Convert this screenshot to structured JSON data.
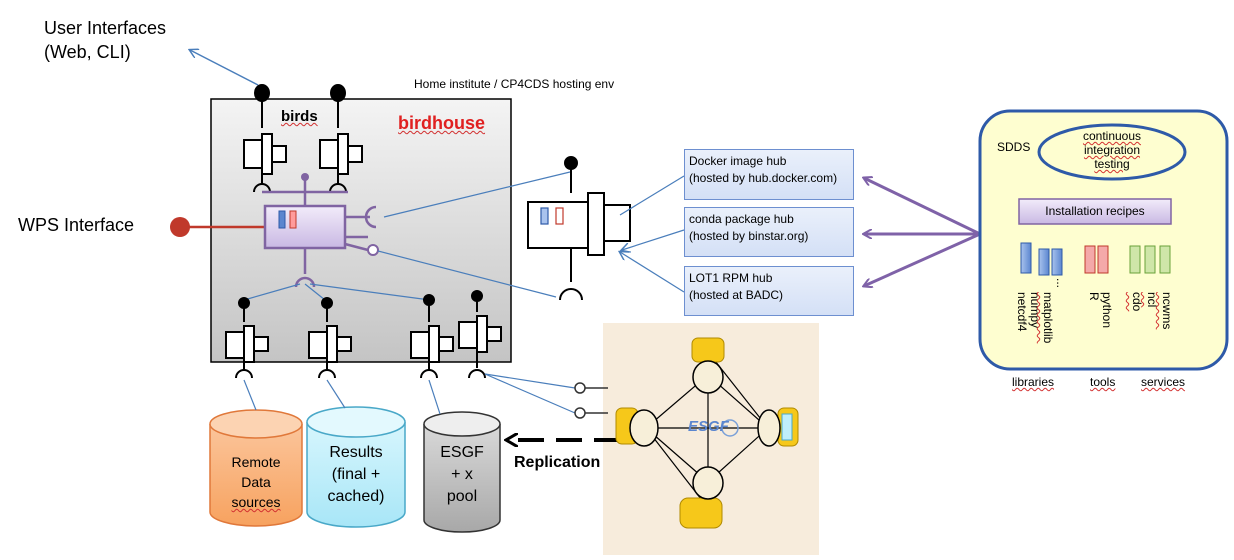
{
  "user_interfaces": {
    "line1": "User Interfaces",
    "line2": "(Web, CLI)"
  },
  "hosting_env": "Home institute / CP4CDS hosting env",
  "birds_label": "birds",
  "birdhouse_label": "birdhouse",
  "wps_interface": "WPS Interface",
  "hubs": {
    "docker": {
      "line1": "Docker image hub",
      "line2": "(hosted by hub.docker.com)"
    },
    "conda": {
      "line1": "conda package hub",
      "line2": "(hosted by binstar.org)"
    },
    "rpm": {
      "line1": "LOT1 RPM hub",
      "line2": "(hosted at BADC)"
    }
  },
  "sdds": {
    "label": "SDDS",
    "ci": {
      "line1": "continuous",
      "line2": "integration",
      "line3": "testing"
    },
    "installation_recipes": "Installation recipes",
    "packages": {
      "libraries": [
        "netcdf4",
        "numpy",
        "matplotlib",
        "..."
      ],
      "tools": [
        "R",
        "python"
      ],
      "services": [
        "cdo",
        "ncl",
        "ncwms"
      ]
    },
    "categories": {
      "libraries": "libraries",
      "tools": "tools",
      "services": "services"
    }
  },
  "datastores": {
    "remote": {
      "line1": "Remote",
      "line2": "Data",
      "line3": "sources"
    },
    "results": {
      "line1": "Results",
      "line2": "(final +",
      "line3": "cached)"
    },
    "esgf_pool": {
      "line1": "ESGF",
      "line2": "+ x",
      "line3": "pool"
    }
  },
  "replication": "Replication",
  "esgf_logo": "ESGF",
  "colors": {
    "purple": "#8064a2",
    "arrow_purple": "#7f62a8",
    "line_blue": "#4a7ebb",
    "wps_red": "#c0392b",
    "yellow": "#f6c81a",
    "orange_cyl": "#f9b27a",
    "cyan_cyl": "#bfeefb",
    "gray_cyl": "#bfbfbf",
    "sdds_fill": "#fefed0",
    "sdds_border": "#2e5aa8"
  }
}
